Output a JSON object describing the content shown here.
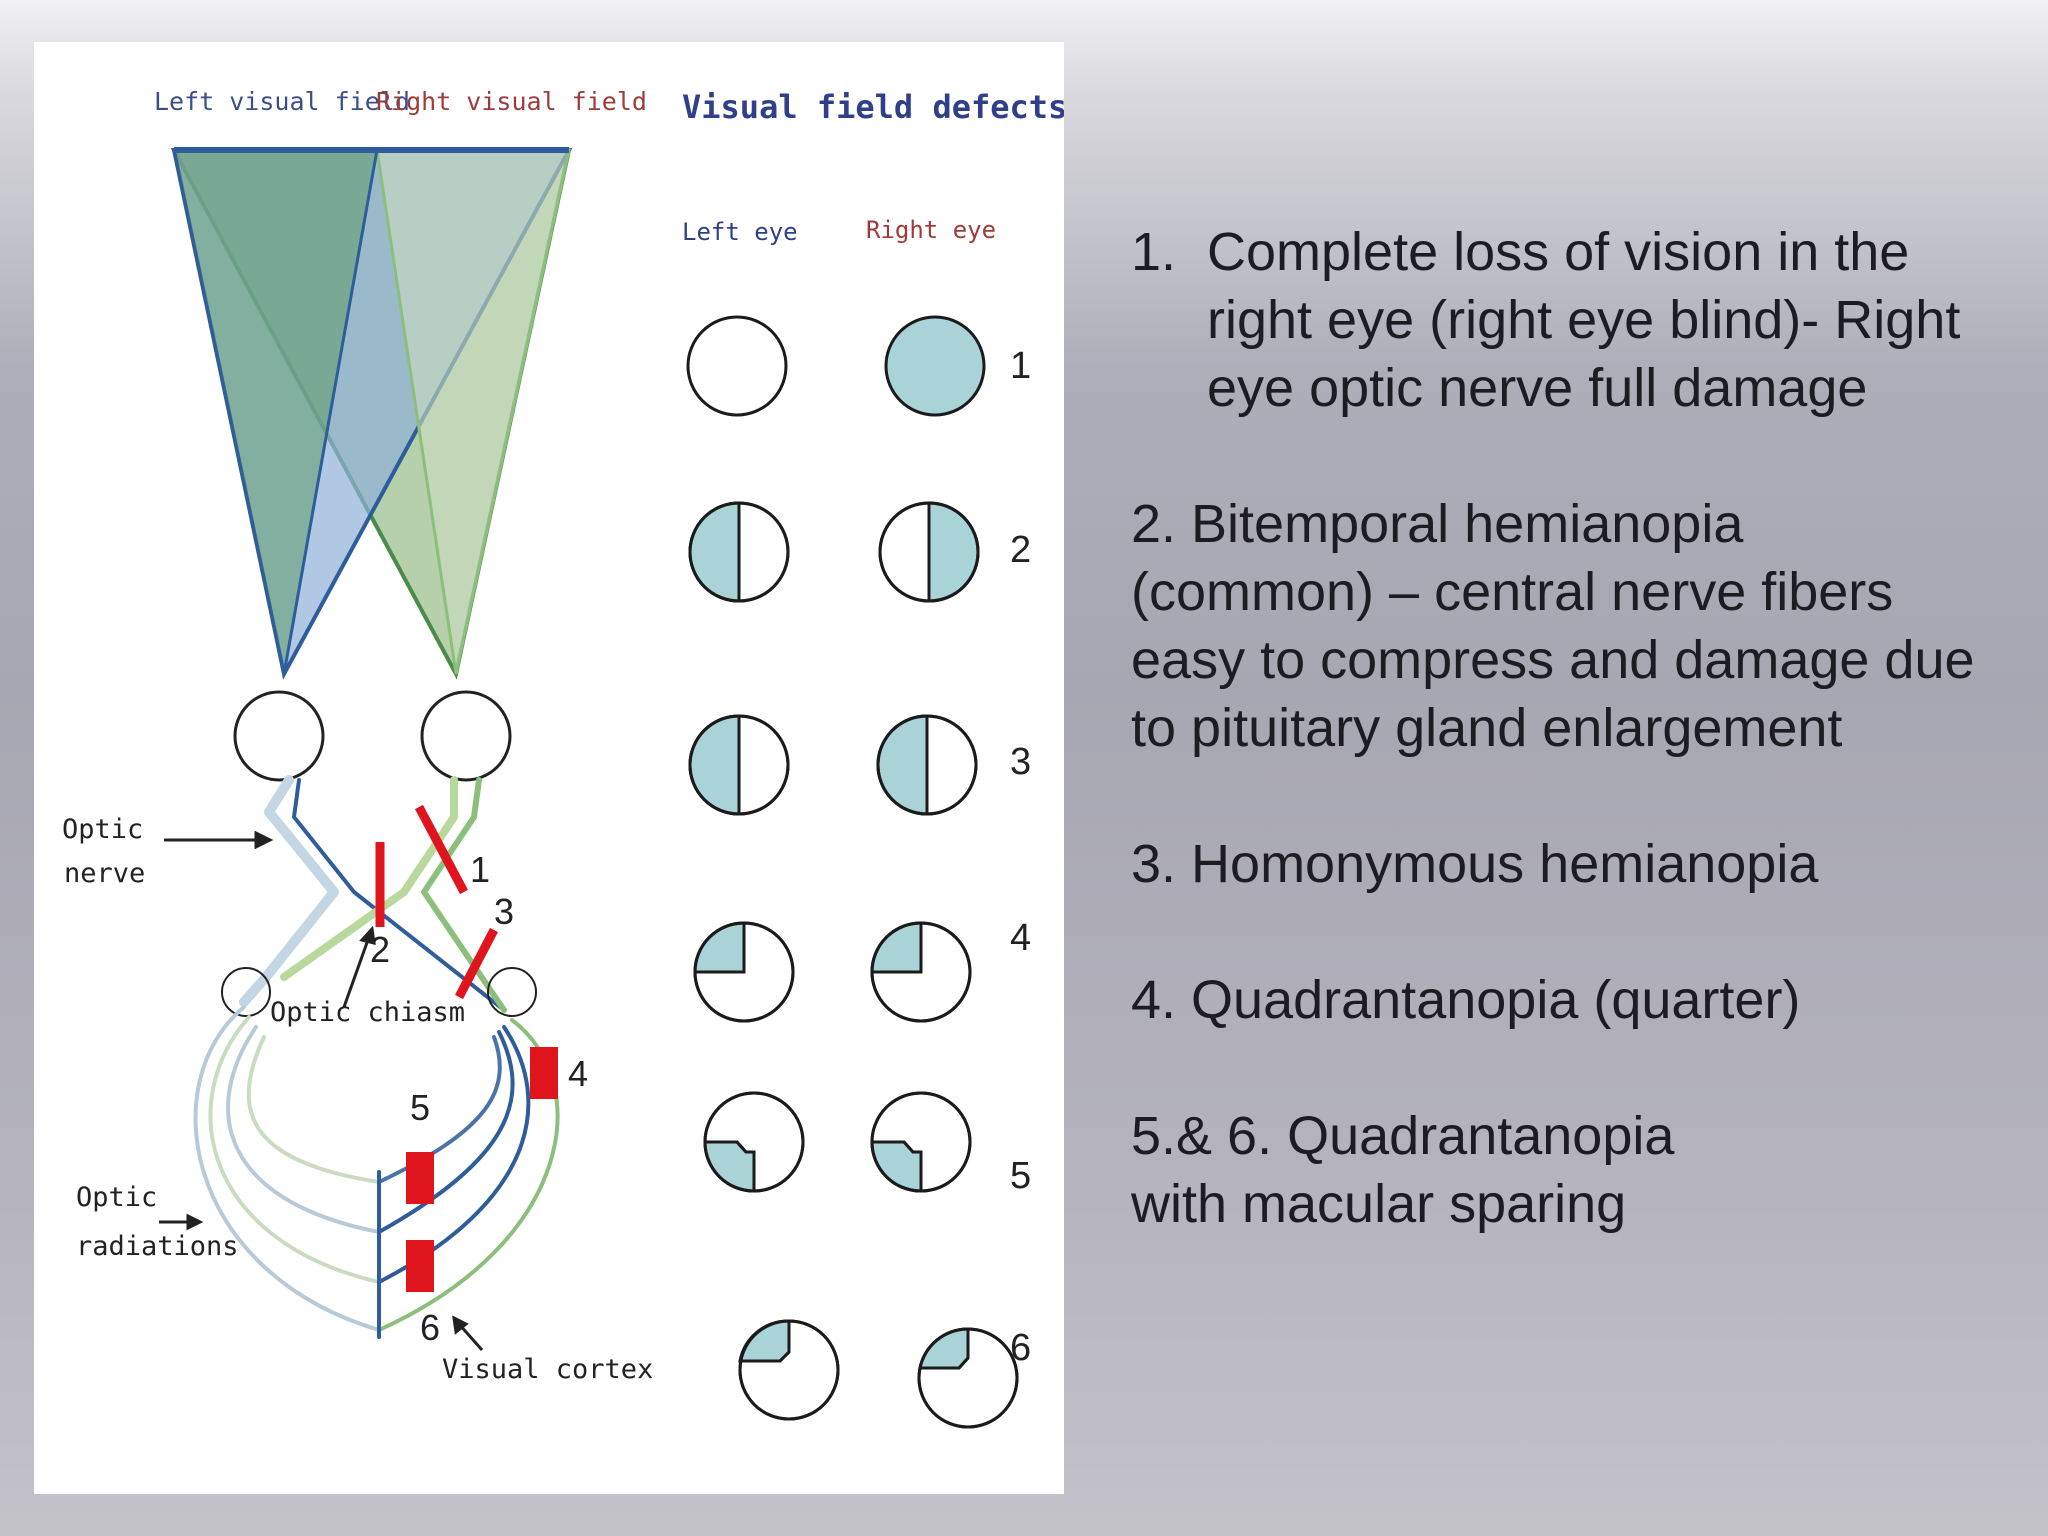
{
  "diagram": {
    "left_visual_field": "Left visual field",
    "right_visual_field": "Right visual field",
    "visual_field_defects": "Visual field defects",
    "left_eye": "Left eye",
    "right_eye": "Right eye",
    "optic_nerve_1": "Optic",
    "optic_nerve_2": "nerve",
    "optic_chiasm": "Optic chiasm",
    "optic_radiations_1": "Optic",
    "optic_radiations_2": "radiations",
    "visual_cortex": "Visual cortex",
    "lesions": [
      "1",
      "2",
      "3",
      "4",
      "5",
      "6"
    ],
    "row_numbers": [
      "1",
      "2",
      "3",
      "4",
      "5",
      "6"
    ],
    "colors": {
      "field_fill": "#a9d3d6",
      "left_field": "#8fb0d8",
      "right_field": "#9cc08e",
      "lesion": "#e0141c",
      "outline": "#1b1b1b"
    }
  },
  "list": {
    "item1": {
      "num": "1.",
      "lines": [
        "Complete loss of vision in the",
        "right eye (right eye blind)- Right",
        "eye optic nerve full damage"
      ]
    },
    "item2": {
      "lines": [
        "2. Bitemporal hemianopia",
        "(common) – central nerve fibers",
        "easy to compress and damage due",
        "to pituitary gland enlargement"
      ]
    },
    "item3": {
      "text": "3. Homonymous hemianopia"
    },
    "item4": {
      "text": "4. Quadrantanopia (quarter)"
    },
    "item5": {
      "lines": [
        "5.& 6. Quadrantanopia",
        "with macular sparing"
      ]
    }
  }
}
